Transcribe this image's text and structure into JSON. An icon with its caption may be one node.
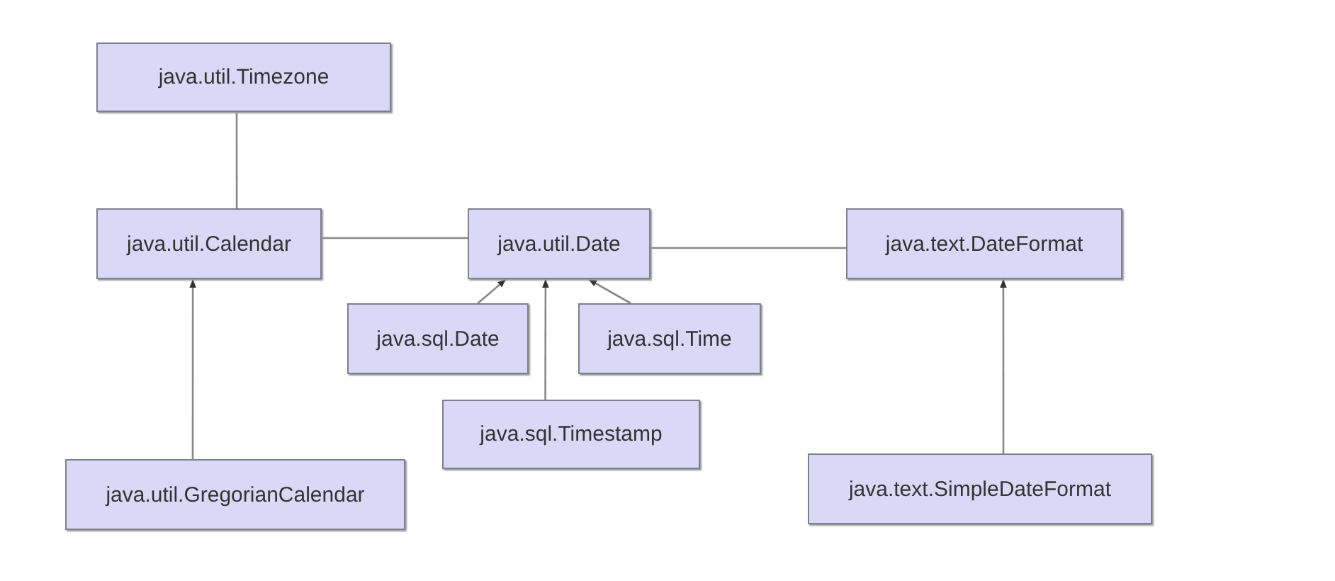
{
  "diagram": {
    "nodes": [
      {
        "text": [
          "java.util.Timezone"
        ]
      },
      {
        "text": [
          "java.util.Calendar"
        ]
      },
      {
        "text": [
          "java.util.Date"
        ]
      },
      {
        "text": [
          "java.text.DateFormat"
        ]
      },
      {
        "text": [
          "java.sql.Date"
        ]
      },
      {
        "text": [
          "java.sql.Time"
        ]
      },
      {
        "text": [
          "java.sql.Timestamp"
        ]
      },
      {
        "text": [
          "java.util.GregorianCalendar"
        ]
      },
      {
        "text": [
          "java.text.SimpleDateFormat"
        ]
      }
    ],
    "edges": [
      {
        "from": 0,
        "to": 1,
        "arrow": "none"
      },
      {
        "from": 1,
        "to": 2,
        "arrow": "none"
      },
      {
        "from": 2,
        "to": 3,
        "arrow": "none"
      },
      {
        "from": 4,
        "to": 2,
        "arrow": "to"
      },
      {
        "from": 6,
        "to": 2,
        "arrow": "to"
      },
      {
        "from": 5,
        "to": 2,
        "arrow": "to"
      },
      {
        "from": 7,
        "to": 1,
        "arrow": "to"
      },
      {
        "from": 8,
        "to": 3,
        "arrow": "to"
      }
    ]
  }
}
